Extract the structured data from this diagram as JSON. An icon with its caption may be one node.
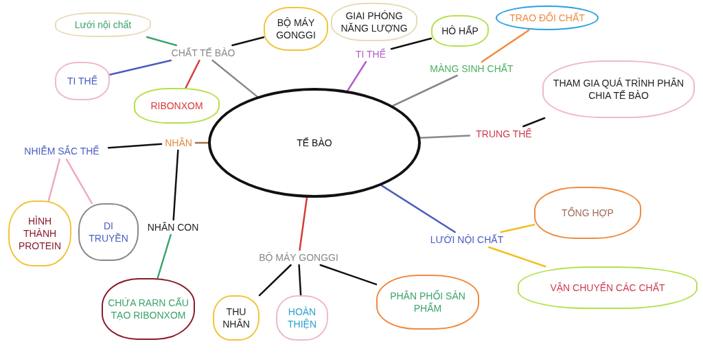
{
  "diagram": {
    "nodes": [
      {
        "text": [
          "TẾ BÀO"
        ]
      },
      {
        "text": [
          "CHẤT TẾ BÀO"
        ]
      },
      {
        "text": [
          "Lưới nội chất"
        ]
      },
      {
        "text": [
          "TI THỂ"
        ]
      },
      {
        "text": [
          "RIBONXOM"
        ]
      },
      {
        "text": [
          "BỘ MÁY GONGGI"
        ]
      },
      {
        "text": [
          "GIAI PHÓNG NĂNG LƯỢNG"
        ]
      },
      {
        "text": [
          "TI THỂ"
        ]
      },
      {
        "text": [
          "HÔ HẤP"
        ]
      },
      {
        "text": [
          "TRAO ĐỔI CHẤT"
        ]
      },
      {
        "text": [
          "MÀNG SINH CHẤT"
        ]
      },
      {
        "text": [
          "THAM GIA QUÁ TRÌNH PHÂN CHIA TẾ BÀO"
        ]
      },
      {
        "text": [
          "TRUNG THỂ"
        ]
      },
      {
        "text": [
          "NHÂN"
        ]
      },
      {
        "text": [
          "NHIỄM SẮC THỂ"
        ]
      },
      {
        "text": [
          "HÌNH THÀNH PROTEIN"
        ]
      },
      {
        "text": [
          "DI TRUYỀN"
        ]
      },
      {
        "text": [
          "NHÂN CON"
        ]
      },
      {
        "text": [
          "CHỨA RARN CẤU TẠO RIBONXOM"
        ]
      },
      {
        "text": [
          "BỘ MÁY GONGGI"
        ]
      },
      {
        "text": [
          "THU NHÂN"
        ]
      },
      {
        "text": [
          "HOÀN THIỆN"
        ]
      },
      {
        "text": [
          "PHÂN PHỐI SẢN PHẨM"
        ]
      },
      {
        "text": [
          "LƯỚI NỘI CHẤT"
        ]
      },
      {
        "text": [
          "TỔNG HỢP"
        ]
      },
      {
        "text": [
          "VẬN CHUYỂN CÁC CHẤT"
        ]
      }
    ],
    "edges": [
      {
        "from": 0,
        "to": 1,
        "arrow": "none",
        "color": "#888888"
      },
      {
        "from": 1,
        "to": 2,
        "arrow": "none",
        "color": "#3aa36a"
      },
      {
        "from": 1,
        "to": 3,
        "arrow": "none",
        "color": "#4a5cc0"
      },
      {
        "from": 1,
        "to": 4,
        "arrow": "none",
        "color": "#d63a3a"
      },
      {
        "from": 1,
        "to": 5,
        "arrow": "none"
      },
      {
        "from": 0,
        "to": 7,
        "arrow": "none",
        "color": "#b060c8"
      },
      {
        "from": 7,
        "to": 8,
        "arrow": "none"
      },
      {
        "from": 0,
        "to": 10,
        "arrow": "none",
        "color": "#888888"
      },
      {
        "from": 10,
        "to": 9,
        "arrow": "none",
        "color": "#f08a40"
      },
      {
        "from": 0,
        "to": 12,
        "arrow": "none",
        "color": "#888888"
      },
      {
        "from": 12,
        "to": 11,
        "arrow": "none"
      },
      {
        "from": 0,
        "to": 13,
        "arrow": "none",
        "color": "#a0704a"
      },
      {
        "from": 13,
        "to": 14,
        "arrow": "none"
      },
      {
        "from": 13,
        "to": 17,
        "arrow": "none"
      },
      {
        "from": 14,
        "to": 15,
        "arrow": "none",
        "color": "#f0a8c0"
      },
      {
        "from": 14,
        "to": 16,
        "arrow": "none",
        "color": "#f0a8c0"
      },
      {
        "from": 17,
        "to": 18,
        "arrow": "none",
        "color": "#3aa36a"
      },
      {
        "from": 0,
        "to": 19,
        "arrow": "none",
        "color": "#d63a3a"
      },
      {
        "from": 19,
        "to": 20,
        "arrow": "none"
      },
      {
        "from": 19,
        "to": 21,
        "arrow": "none"
      },
      {
        "from": 19,
        "to": 22,
        "arrow": "none"
      },
      {
        "from": 0,
        "to": 23,
        "arrow": "none",
        "color": "#4a5cc0"
      },
      {
        "from": 23,
        "to": 24,
        "arrow": "none",
        "color": "#f0c020"
      },
      {
        "from": 23,
        "to": 25,
        "arrow": "none",
        "color": "#f0c020"
      }
    ]
  }
}
